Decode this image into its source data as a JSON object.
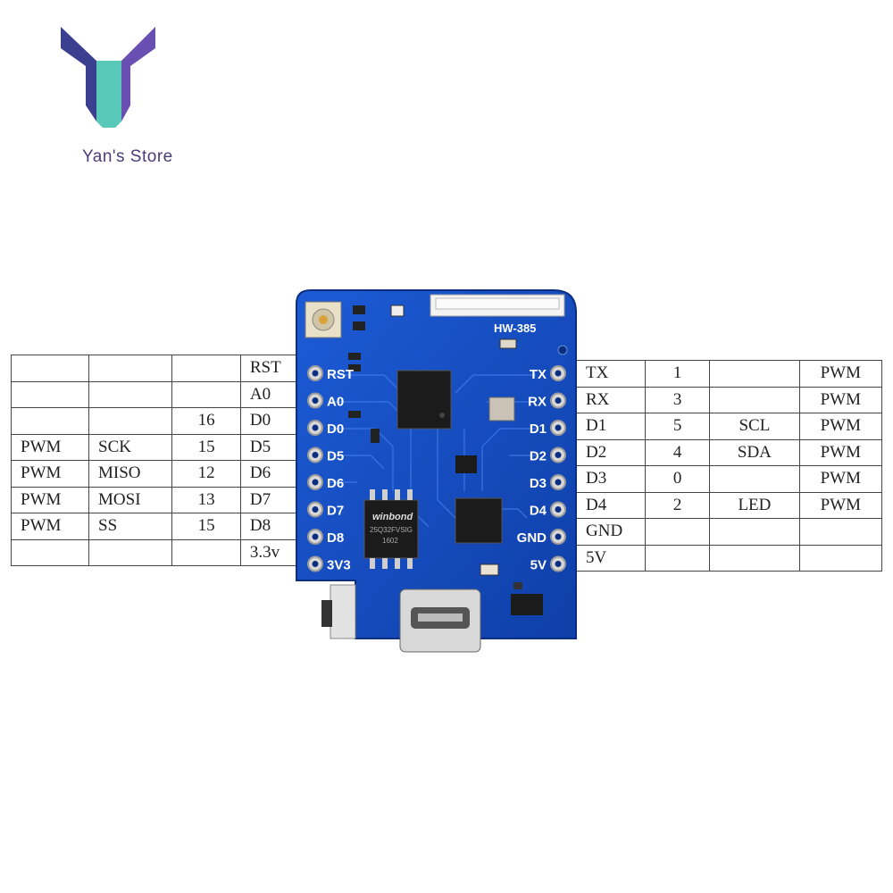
{
  "brand": {
    "name": "Yan's Store",
    "colors": {
      "left": "#3b3f8f",
      "center": "#58c8b8",
      "right": "#6a4fb3"
    }
  },
  "board": {
    "model": "HW-385",
    "flash_brand": "winbond",
    "flash_part": "25Q32FVSIG",
    "flash_code": "1602",
    "left_pins": [
      "RST",
      "A0",
      "D0",
      "D5",
      "D6",
      "D7",
      "D8",
      "3V3"
    ],
    "right_pins": [
      "TX",
      "RX",
      "D1",
      "D2",
      "D3",
      "D4",
      "GND",
      "5V"
    ]
  },
  "left_table": [
    [
      "",
      "",
      "",
      "RST"
    ],
    [
      "",
      "",
      "",
      "A0"
    ],
    [
      "",
      "",
      "16",
      "D0"
    ],
    [
      "PWM",
      "SCK",
      "15",
      "D5"
    ],
    [
      "PWM",
      "MISO",
      "12",
      "D6"
    ],
    [
      "PWM",
      "MOSI",
      "13",
      "D7"
    ],
    [
      "PWM",
      "SS",
      "15",
      "D8"
    ],
    [
      "",
      "",
      "",
      "3.3v"
    ]
  ],
  "right_table": [
    [
      "TX",
      "1",
      "",
      "PWM"
    ],
    [
      "RX",
      "3",
      "",
      "PWM"
    ],
    [
      "D1",
      "5",
      "SCL",
      "PWM"
    ],
    [
      "D2",
      "4",
      "SDA",
      "PWM"
    ],
    [
      "D3",
      "0",
      "",
      "PWM"
    ],
    [
      "D4",
      "2",
      "LED",
      "PWM"
    ],
    [
      "GND",
      "",
      "",
      ""
    ],
    [
      "5V",
      "",
      "",
      ""
    ]
  ]
}
